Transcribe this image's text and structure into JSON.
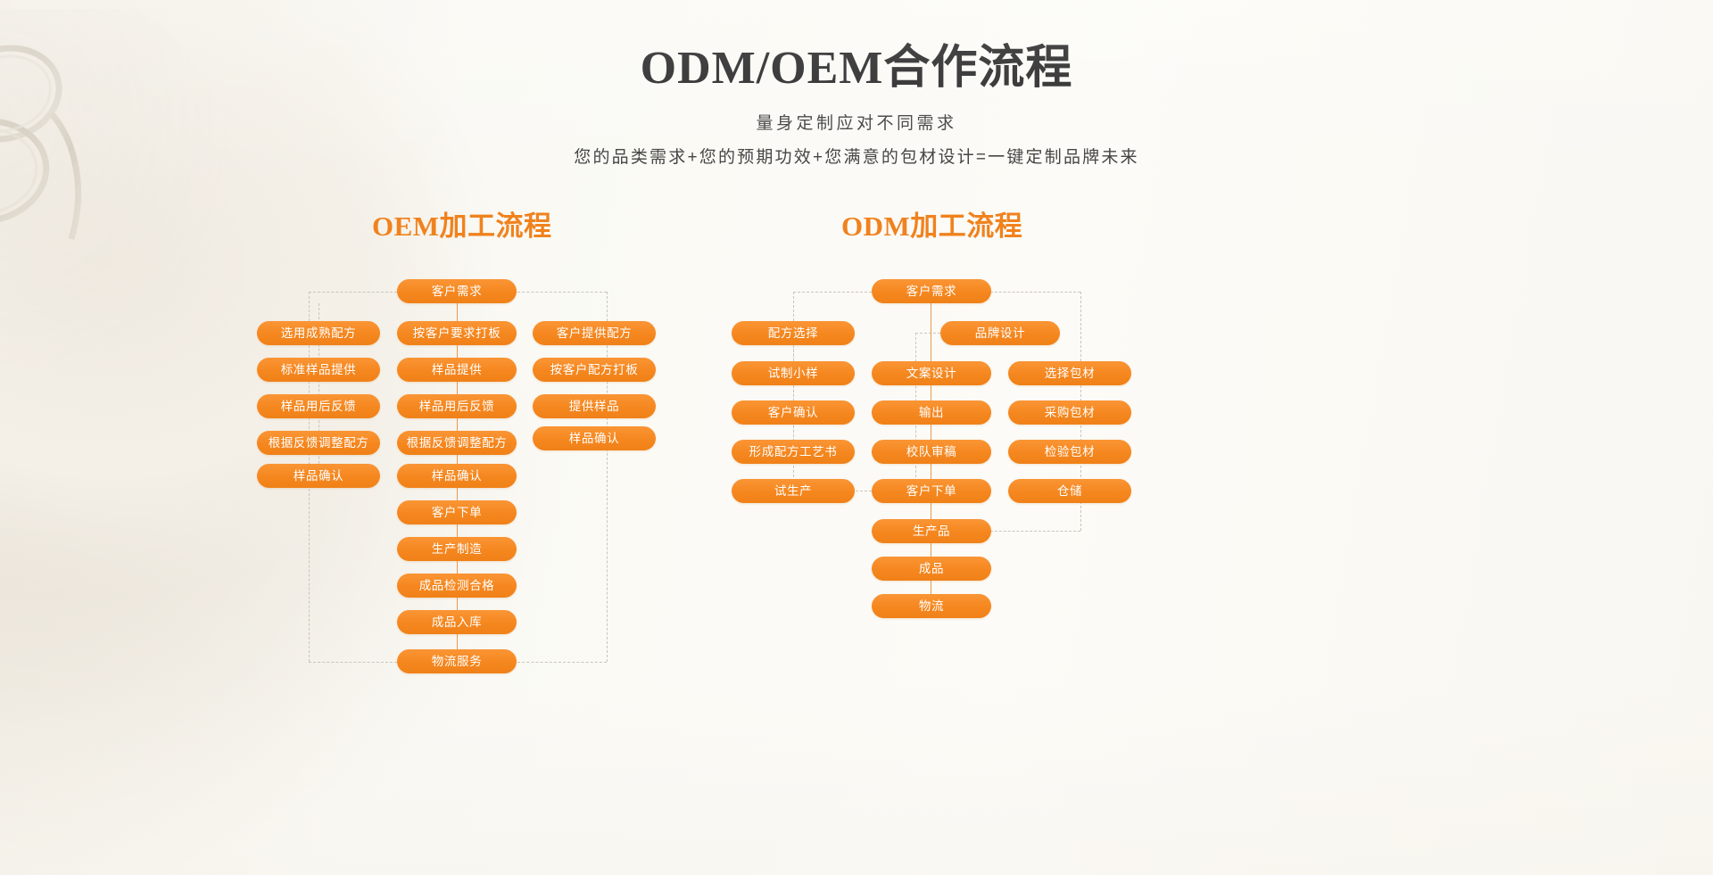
{
  "header": {
    "title": "ODM/OEM合作流程",
    "subtitle_1": "量身定制应对不同需求",
    "subtitle_2": "您的品类需求+您的预期功效+您满意的包材设计=一键定制品牌未来"
  },
  "colors": {
    "accent": "#f5871f",
    "accent_light": "#fa9535",
    "heading_orange": "#f0821e",
    "node_text": "#ffffff",
    "title_text": "#262626",
    "subtitle_text": "#3f3f3f",
    "dashed_line": "#c9c5bc",
    "chain_line": "#e79a52",
    "background": "#fbfaf6"
  },
  "oem": {
    "heading": "OEM加工流程",
    "root": "客户需求",
    "left_column": [
      "选用成熟配方",
      "标准样品提供",
      "样品用后反馈",
      "根据反馈调整配方",
      "样品确认"
    ],
    "center_column": [
      "按客户要求打板",
      "样品提供",
      "样品用后反馈",
      "根据反馈调整配方",
      "样品确认",
      "客户下单",
      "生产制造",
      "成品检测合格",
      "成品入库",
      "物流服务"
    ],
    "right_column": [
      "客户提供配方",
      "按客户配方打板",
      "提供样品",
      "样品确认"
    ]
  },
  "odm": {
    "heading": "ODM加工流程",
    "root": "客户需求",
    "left_column": [
      "配方选择",
      "试制小样",
      "客户确认",
      "形成配方工艺书",
      "试生产"
    ],
    "center_column": [
      "品牌设计",
      "文案设计",
      "输出",
      "校队审稿",
      "客户下单",
      "生产品",
      "成品",
      "物流"
    ],
    "right_column": [
      "选择包材",
      "采购包材",
      "检验包材",
      "仓储"
    ]
  }
}
